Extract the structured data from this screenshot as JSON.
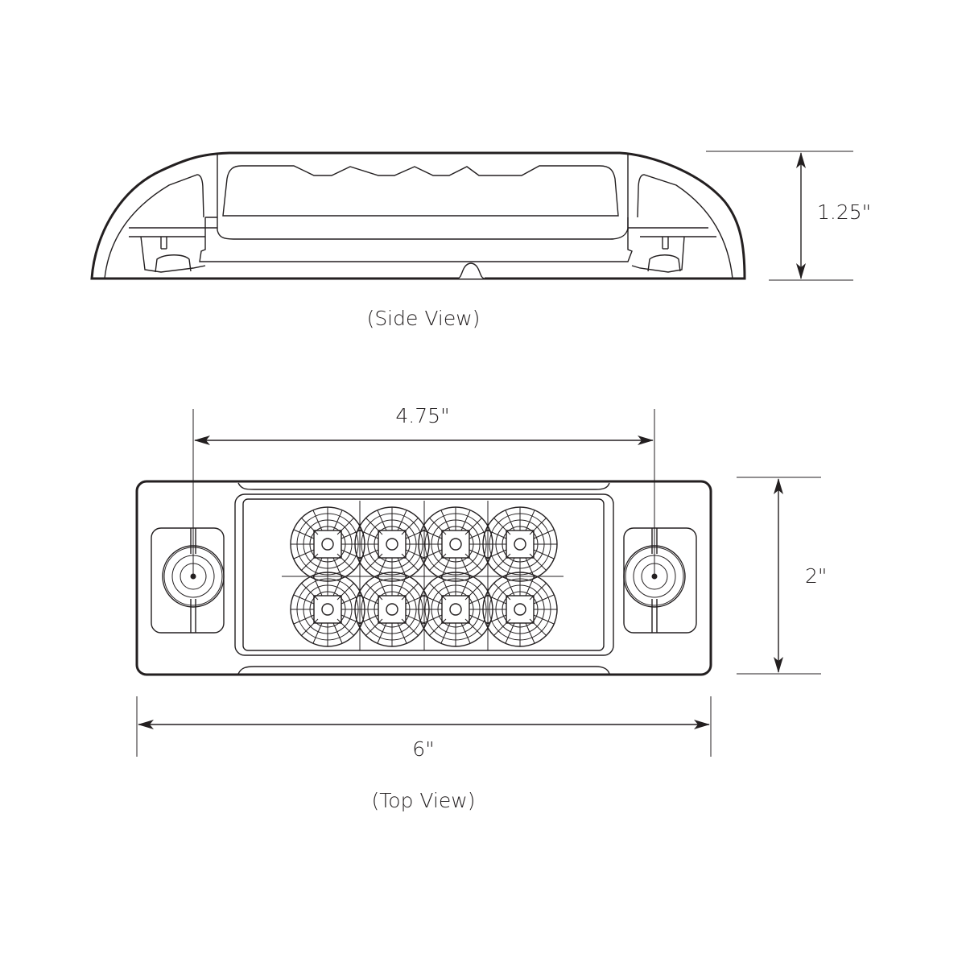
{
  "colors": {
    "line": "#231f20",
    "background": "#ffffff"
  },
  "side_view": {
    "caption": "(Side View)",
    "height_dimension": "1.25\""
  },
  "top_view": {
    "caption": "(Top View)",
    "mount_spacing_dimension": "4.75\"",
    "height_dimension": "2\"",
    "width_dimension": "6\"",
    "led_count": 8,
    "led_rows": 2,
    "led_columns": 4
  }
}
